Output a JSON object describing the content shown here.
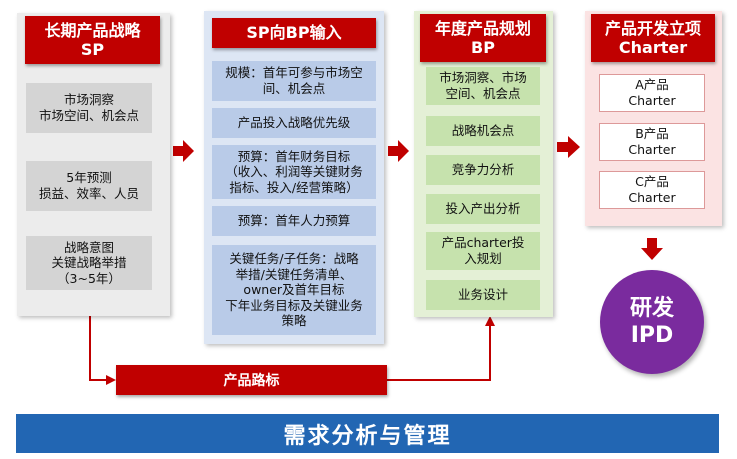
{
  "colors": {
    "accent_red": "#c00000",
    "banner_blue": "#2266b3",
    "ipd_purple": "#7a2b9e"
  },
  "sp": {
    "title_line1": "长期产品战略",
    "title_line2": "SP",
    "items": [
      {
        "lines": [
          "市场洞察",
          "市场空间、机会点"
        ]
      },
      {
        "lines": [
          "5年预测",
          "损益、效率、人员"
        ]
      },
      {
        "lines": [
          "战略意图",
          "关键战略举措",
          "（3~5年）"
        ]
      }
    ]
  },
  "sp_bp": {
    "title": "SP向BP输入",
    "items": [
      {
        "lines": [
          "规模：首年可参与市场空",
          "间、机会点"
        ]
      },
      {
        "lines": [
          "产品投入战略优先级"
        ]
      },
      {
        "lines": [
          "预算：首年财务目标",
          "（收入、利润等关键财务",
          "指标、投入/经营策略）"
        ]
      },
      {
        "lines": [
          "预算：首年人力预算"
        ]
      },
      {
        "lines": [
          "关键任务/子任务：战略",
          "举措/关键任务清单、",
          "owner及首年目标",
          "下年业务目标及关键业务",
          "策略"
        ]
      }
    ]
  },
  "bp": {
    "title_line1": "年度产品规划",
    "title_line2": "BP",
    "items": [
      {
        "lines": [
          "市场洞察、市场",
          "空间、机会点"
        ]
      },
      {
        "lines": [
          "战略机会点"
        ]
      },
      {
        "lines": [
          "竞争力分析"
        ]
      },
      {
        "lines": [
          "投入产出分析"
        ]
      },
      {
        "lines": [
          "产品charter投",
          "入规划"
        ]
      },
      {
        "lines": [
          "业务设计"
        ]
      }
    ]
  },
  "charter": {
    "title_line1": "产品开发立项",
    "title_line2": "Charter",
    "items": [
      {
        "lines": [
          "A产品",
          "Charter"
        ]
      },
      {
        "lines": [
          "B产品",
          "Charter"
        ]
      },
      {
        "lines": [
          "C产品",
          "Charter"
        ]
      }
    ]
  },
  "ipd": {
    "line1": "研发",
    "line2": "IPD"
  },
  "roadmap": {
    "label": "产品路标"
  },
  "banner": {
    "label": "需求分析与管理"
  }
}
